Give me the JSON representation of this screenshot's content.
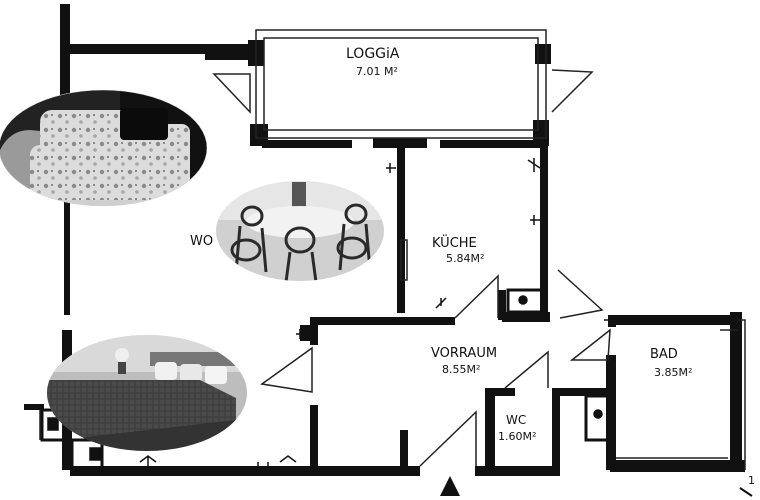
{
  "rooms": {
    "loggia": {
      "name": "LOGGiA",
      "area": "7.01 M²"
    },
    "kueche": {
      "name": "KÜCHE",
      "area": "5.84M²"
    },
    "vorraum": {
      "name": "VORRAUM",
      "area": "8.55M²"
    },
    "bad": {
      "name": "BAD",
      "area": "3.85M²"
    },
    "wc": {
      "name": "WC",
      "area": "1.60M²"
    },
    "wohnen": {
      "name": "WO"
    }
  },
  "page_number": "1",
  "colors": {
    "wall": "#111111",
    "paper": "#ffffff"
  }
}
